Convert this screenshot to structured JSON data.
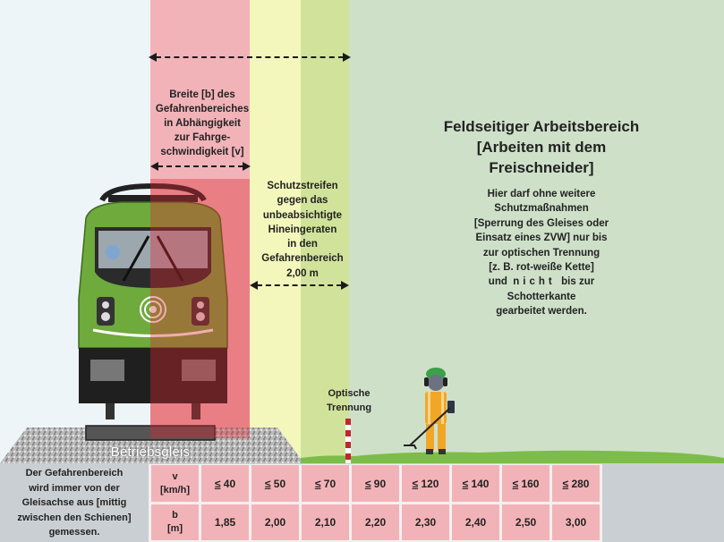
{
  "zones": {
    "track_area": {
      "color": "#eef5f8"
    },
    "danger_area": {
      "color": "#f2b3b8"
    },
    "protection_strip_1": {
      "color": "#f3f7bb"
    },
    "protection_strip_2": {
      "color": "#d1e39b"
    },
    "field_work_area": {
      "color": "#cfe0c9"
    }
  },
  "labels": {
    "breite": [
      "Breite [b] des",
      "Gefahrenbereiches",
      "in Abhängigkeit",
      "zur Fahrge-",
      "schwindigkeit [v]"
    ],
    "schutzstreifen": [
      "Schutzstreifen",
      "gegen das",
      "unbeabsichtigte",
      "Hineingeraten",
      "in den",
      "Gefahrenbereich",
      "2,00 m"
    ],
    "field_title": [
      "Feldseitiger Arbeitsbereich",
      "[Arbeiten mit dem",
      "Freischneider]"
    ],
    "field_body": {
      "line1": "Hier darf ohne weitere",
      "line2": "Schutzmaßnahmen",
      "line3": "[Sperrung des Gleises oder",
      "line4": "Einsatz eines ZVW] nur bis",
      "line5": "zur optischen Trennung",
      "line6": "[z. B. rot-weiße Kette]",
      "line7a": "und",
      "line7b": "nicht",
      "line7c": "bis zur",
      "line8": "Schotterkante",
      "line9": "gearbeitet werden."
    },
    "optische": [
      "Optische",
      "Trennung"
    ],
    "betriebsgleis": "Betriebsgleis"
  },
  "note": [
    "Der Gefahrenbereich",
    "wird immer von der",
    "Gleisachse aus [mittig",
    "zwischen den Schienen]",
    "gemessen."
  ],
  "table": {
    "row_v": {
      "header_top": "v",
      "header_bottom": "[km/h]",
      "prefix": "≤",
      "values": [
        "40",
        "50",
        "70",
        "90",
        "120",
        "140",
        "160",
        "280"
      ]
    },
    "row_b": {
      "header_top": "b",
      "header_bottom": "[m]",
      "values": [
        "1,85",
        "2,00",
        "2,10",
        "2,20",
        "2,30",
        "2,40",
        "2,50",
        "3,00"
      ]
    }
  }
}
